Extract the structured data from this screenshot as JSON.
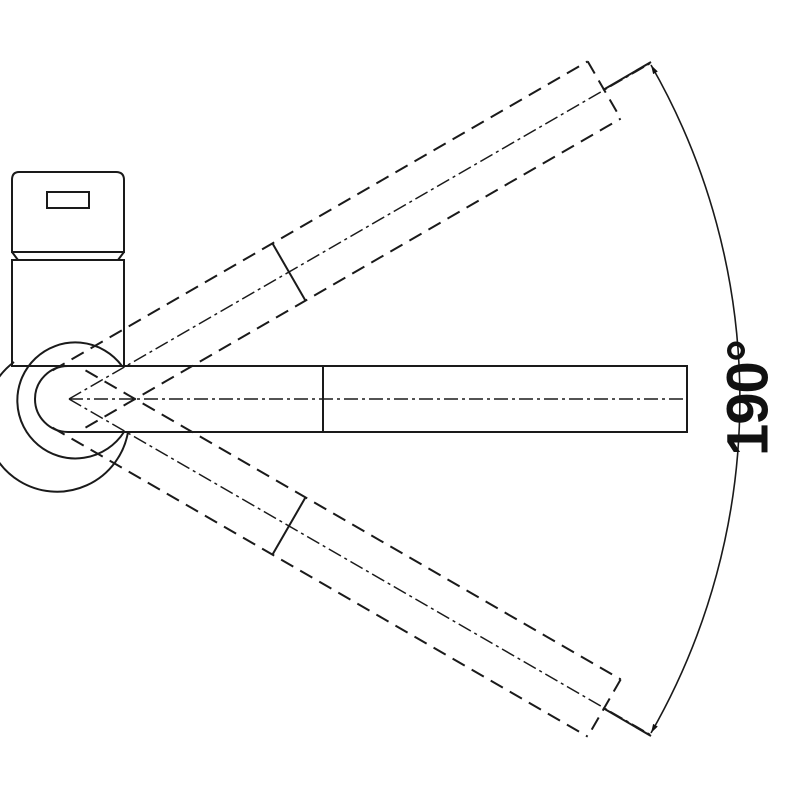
{
  "diagram": {
    "type": "faucet-swivel-range",
    "swivel_angle_label": "190°",
    "swivel_angle_degrees": 190,
    "colors": {
      "line": "#1a1a1a",
      "background": "#ffffff"
    }
  }
}
